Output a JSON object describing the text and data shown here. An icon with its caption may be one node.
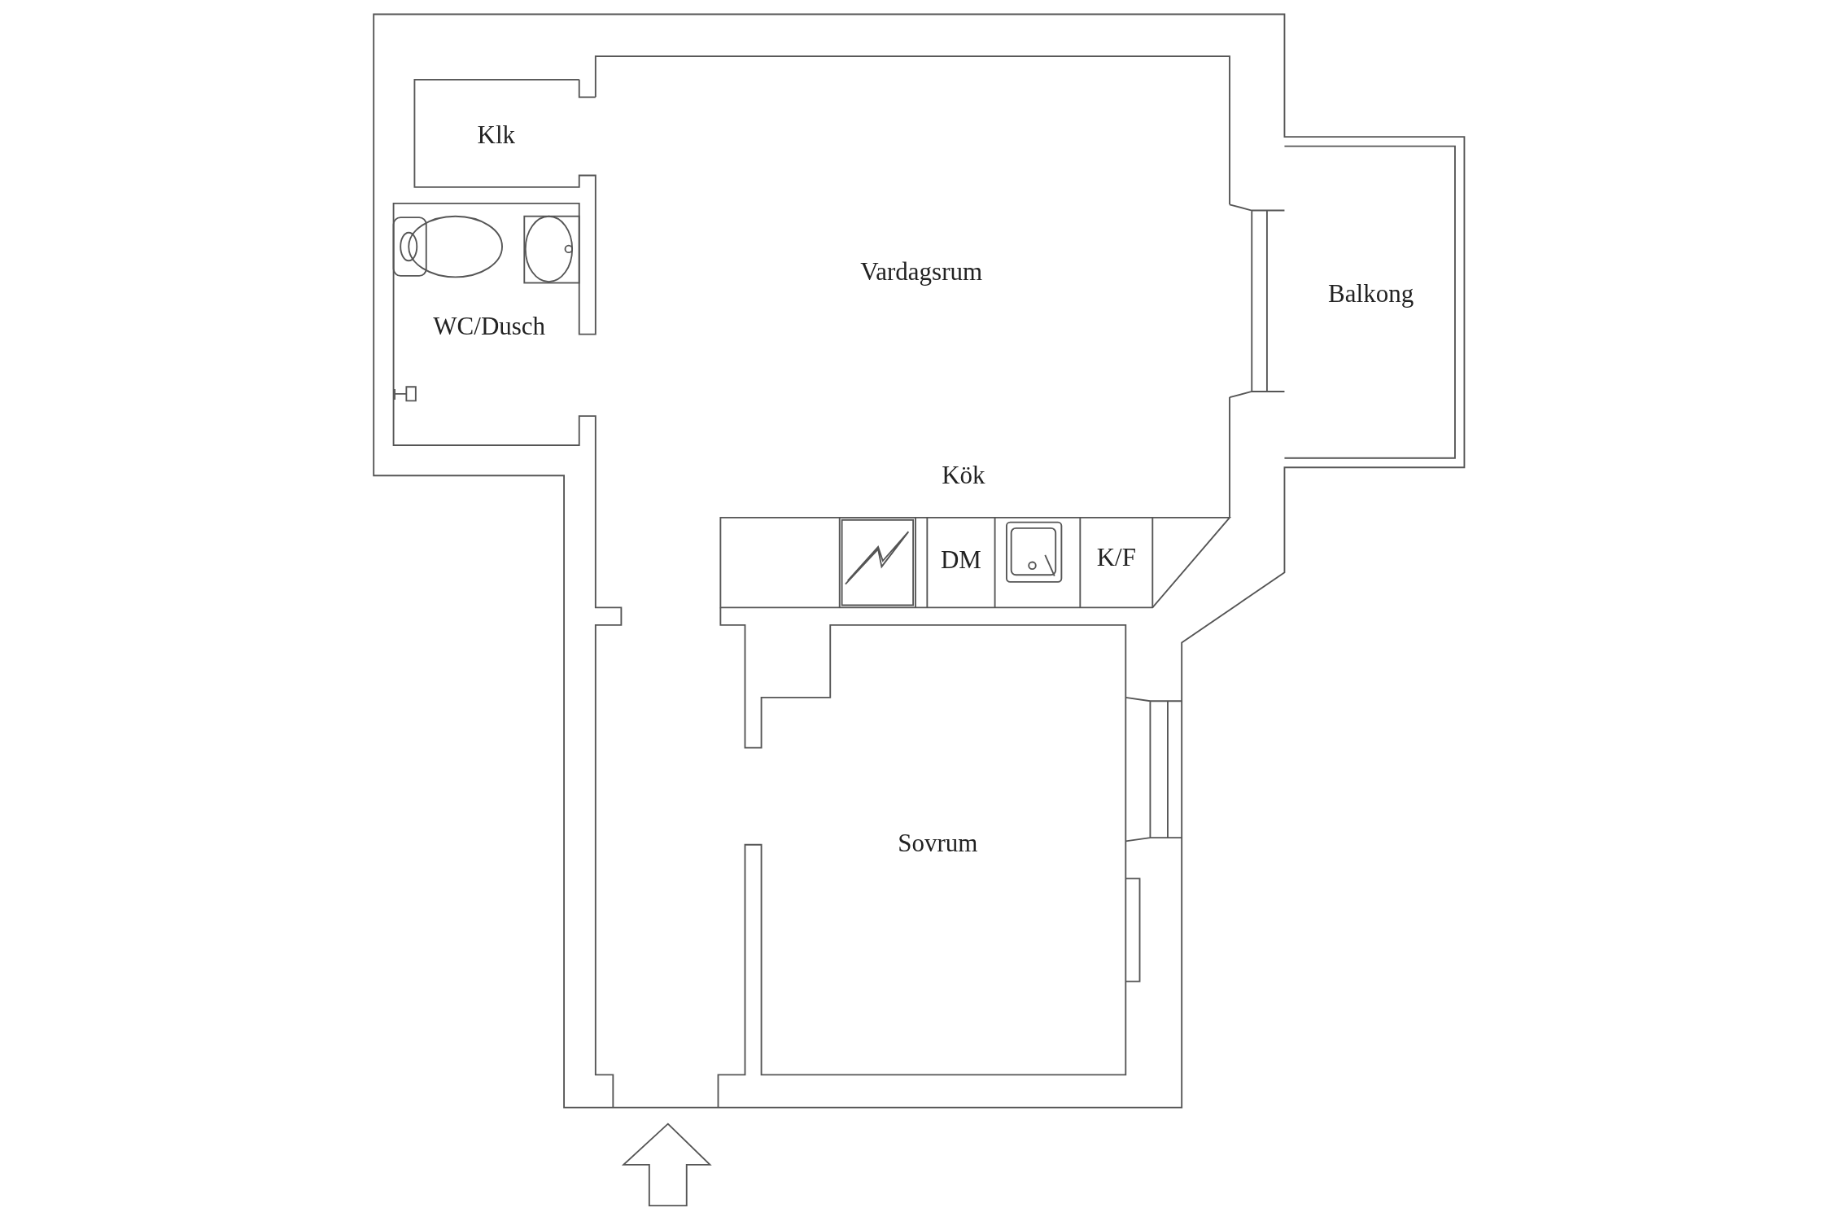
{
  "diagram": {
    "labels": [
      "Klk",
      "Vardagsrum",
      "Balkong",
      "WC/Dusch",
      "Kök",
      "DM",
      "K/F",
      "Sovrum"
    ]
  }
}
